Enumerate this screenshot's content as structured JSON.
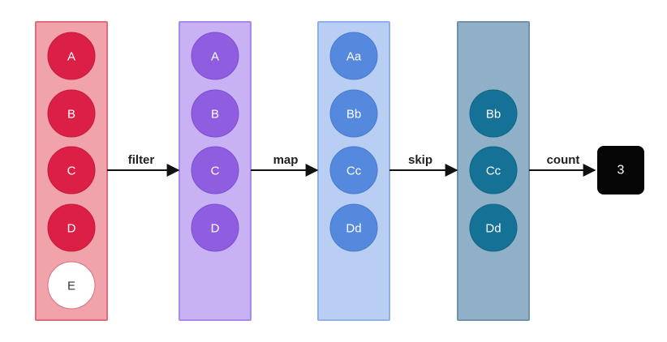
{
  "stages": [
    {
      "id": "source",
      "items": [
        {
          "label": "A",
          "kept": true
        },
        {
          "label": "B",
          "kept": true
        },
        {
          "label": "C",
          "kept": true
        },
        {
          "label": "D",
          "kept": true
        },
        {
          "label": "E",
          "kept": false
        }
      ],
      "colors": {
        "fill": "#f0a3ab",
        "stroke": "#e06c7a",
        "circle": "#dc1f45",
        "circle_stroke": "#c51a3d",
        "text": "#ffffff",
        "excluded_fill": "#ffffff",
        "excluded_text": "#333333"
      }
    },
    {
      "id": "filter-result",
      "items": [
        {
          "label": "A"
        },
        {
          "label": "B"
        },
        {
          "label": "C"
        },
        {
          "label": "D"
        }
      ],
      "colors": {
        "fill": "#c9b2f3",
        "stroke": "#a88ae8",
        "circle": "#8e5de0",
        "circle_stroke": "#7c4fd2",
        "text": "#ffffff"
      }
    },
    {
      "id": "map-result",
      "items": [
        {
          "label": "Aa"
        },
        {
          "label": "Bb"
        },
        {
          "label": "Cc"
        },
        {
          "label": "Dd"
        }
      ],
      "colors": {
        "fill": "#b9cef3",
        "stroke": "#8fb0e8",
        "circle": "#5589dd",
        "circle_stroke": "#4a7acc",
        "text": "#ffffff"
      }
    },
    {
      "id": "skip-result",
      "items": [
        {
          "label": "Bb"
        },
        {
          "label": "Cc"
        },
        {
          "label": "Dd"
        }
      ],
      "colors": {
        "fill": "#8fb0c6",
        "stroke": "#6f93ad",
        "circle": "#157196",
        "circle_stroke": "#106585",
        "text": "#ffffff"
      }
    }
  ],
  "operations": [
    {
      "label": "filter"
    },
    {
      "label": "map"
    },
    {
      "label": "skip"
    },
    {
      "label": "count"
    }
  ],
  "result": {
    "value": "3",
    "colors": {
      "fill": "#050505",
      "text": "#ffffff"
    }
  },
  "colors": {
    "arrow": "#111111",
    "label": "#1f1f1f"
  }
}
